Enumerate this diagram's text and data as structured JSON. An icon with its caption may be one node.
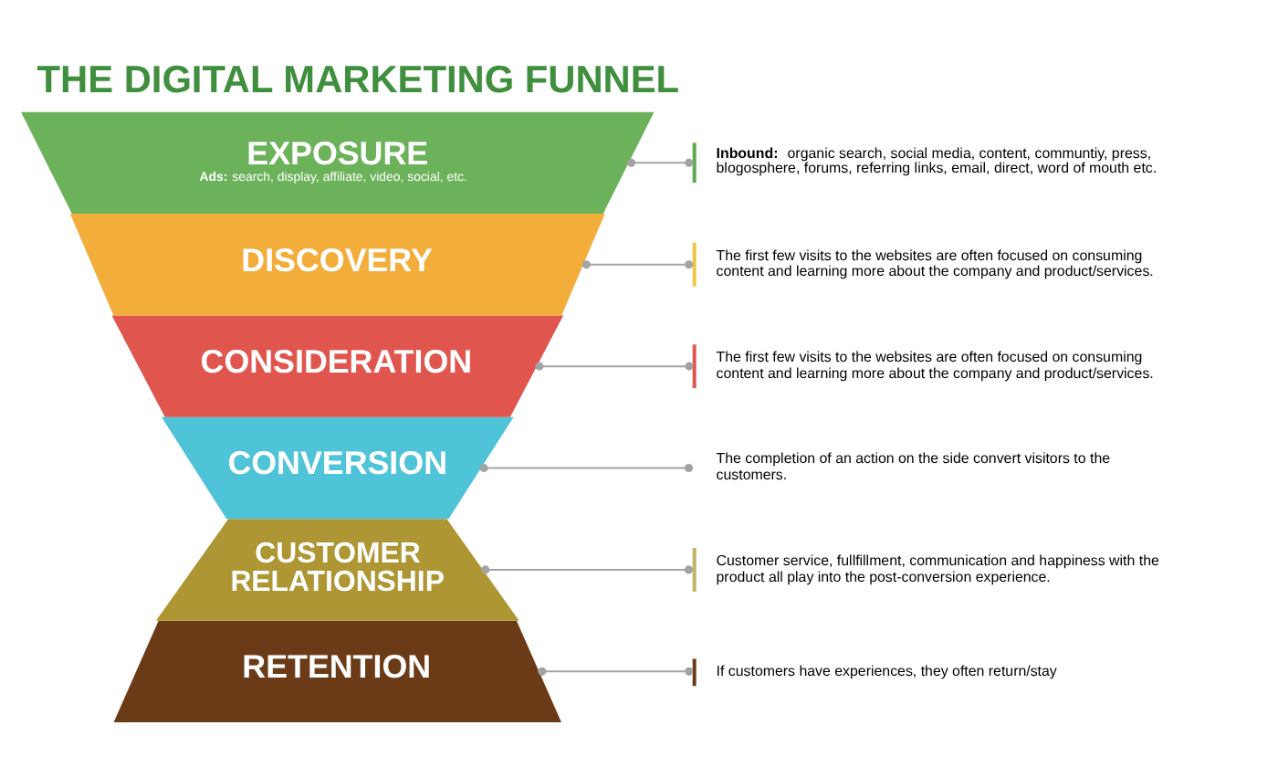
{
  "diagram": {
    "title": "THE DIGITAL MARKETING FUNNEL",
    "nodes": [
      {
        "text": [
          "EXPOSURE",
          "**Ads:** search, display, affiliate, video, social, etc."
        ]
      },
      {
        "text": [
          "**Inbound:** organic search, social media, content, communtiy, press, blogosphere, forums, referring links, email, direct, word of mouth etc."
        ]
      },
      {
        "text": [
          "DISCOVERY"
        ]
      },
      {
        "text": [
          "The first few visits to the websites are often focused on consuming content and learning more about the company and product/services."
        ]
      },
      {
        "text": [
          "CONSIDERATION"
        ]
      },
      {
        "text": [
          "The first few visits to the websites are often focused on consuming content and learning more about the company and product/services."
        ]
      },
      {
        "text": [
          "CONVERSION"
        ]
      },
      {
        "text": [
          "The completion of an action on the side convert visitors to the customers."
        ]
      },
      {
        "text": [
          "CUSTOMER RELATIONSHIP"
        ]
      },
      {
        "text": [
          "Customer service, fullfillment, communication and happiness with the product all play into the post-conversion experience."
        ]
      },
      {
        "text": [
          "RETENTION"
        ]
      },
      {
        "text": [
          "If customers have experiences, they often return/stay"
        ]
      }
    ],
    "edges": [
      {
        "from": 0,
        "to": 1,
        "arrow": "other"
      },
      {
        "from": 2,
        "to": 3,
        "arrow": "other"
      },
      {
        "from": 4,
        "to": 5,
        "arrow": "other"
      },
      {
        "from": 6,
        "to": 7,
        "arrow": "other"
      },
      {
        "from": 8,
        "to": 9,
        "arrow": "other"
      },
      {
        "from": 10,
        "to": 11,
        "arrow": "other"
      }
    ]
  }
}
